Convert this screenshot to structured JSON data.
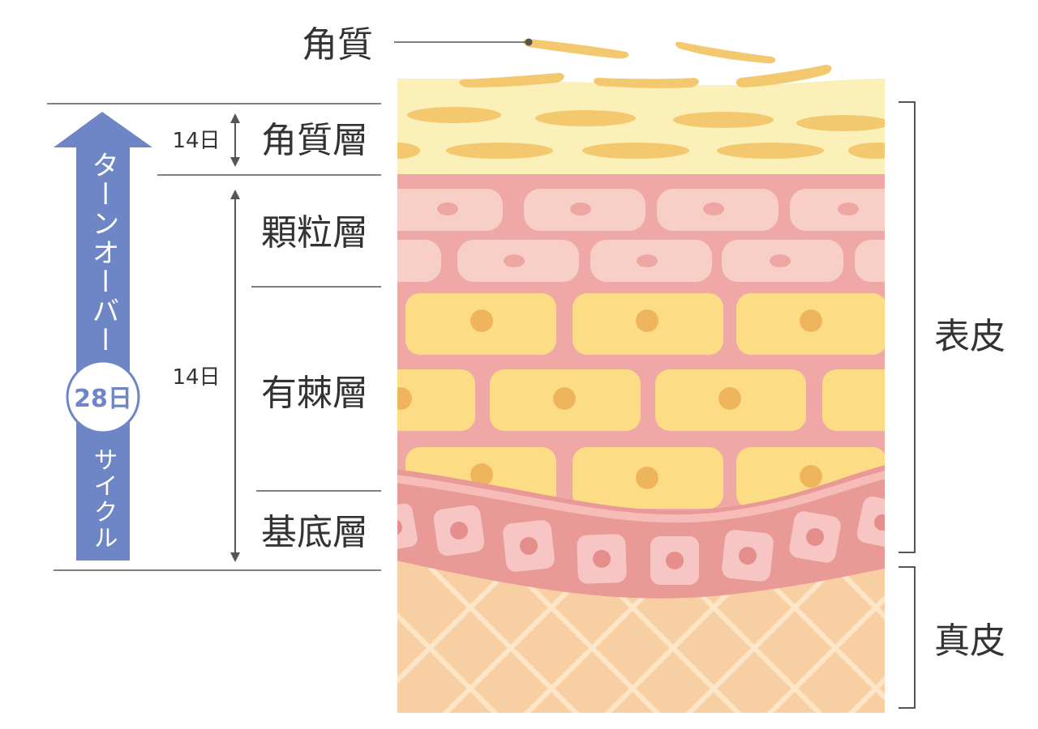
{
  "labels": {
    "horny_flakes": "角質",
    "stratum_corneum": "角質層",
    "stratum_granulosum": "顆粒層",
    "stratum_spinosum": "有棘層",
    "stratum_basale": "基底層",
    "epidermis": "表皮",
    "dermis": "真皮"
  },
  "durations": {
    "corneum_days": "14日",
    "lower_layers_days": "14日"
  },
  "turnover": {
    "title": "ターンオーバー",
    "days": "28日",
    "cycle": "サイクル"
  },
  "colors": {
    "arrow_blue": "#6f86c6",
    "corneum_base": "#fbf0b8",
    "corneum_flake": "#f3c86e",
    "granular_bg": "#efa8a6",
    "granular_cell": "#f7cfc6",
    "spinous_cell": "#fcdd86",
    "basal_band": "#e99996",
    "basal_cell": "#f6c5c4",
    "dermis": "#f8cfa2",
    "dermis_mesh": "#fde5c7",
    "line": "#555555"
  }
}
